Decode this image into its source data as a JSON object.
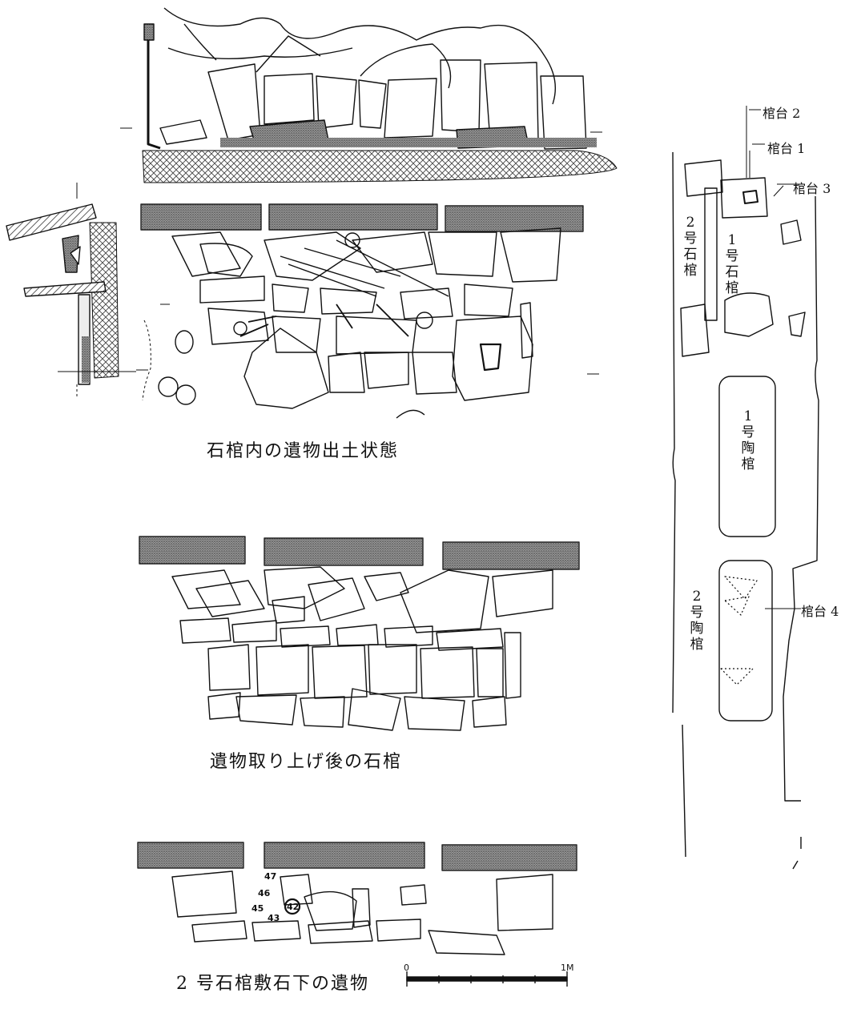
{
  "captions": {
    "section1": "石棺内の遺物出土状態",
    "section2": "遺物取り上げ後の石棺",
    "section3": "2 号石棺敷石下の遺物"
  },
  "plan_labels": {
    "kandai2": "棺台 2",
    "kandai1": "棺台 1",
    "kandai3": "棺台 3",
    "kandai4": "棺台 4",
    "sekkan2": "2号石棺",
    "sekkan1": "1号石棺",
    "toukan1": "1号陶棺",
    "toukan2": "2号陶棺"
  },
  "find_numbers": [
    "47",
    "46",
    "45",
    "43",
    "42"
  ],
  "scale": {
    "start": "0",
    "end": "1M"
  }
}
